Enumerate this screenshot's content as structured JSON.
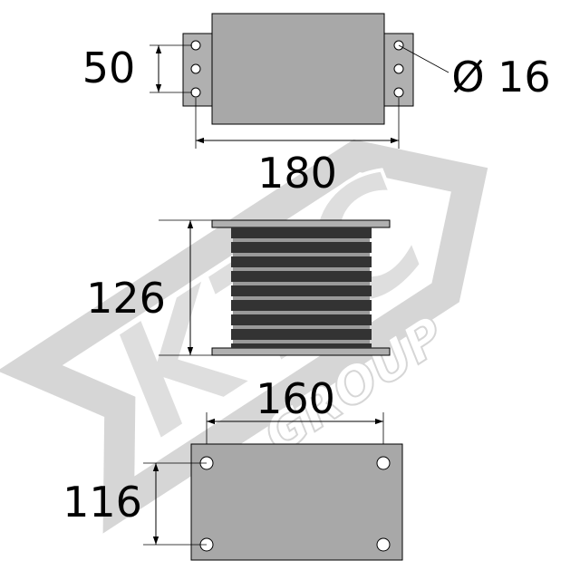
{
  "watermark": {
    "logo_text": "KTC",
    "group_text": "GROUP",
    "color": "#c8c8c8"
  },
  "colors": {
    "plate": "#b0b0b0",
    "body": "#a8a8a8",
    "rubber": "#333333",
    "steel_layer": "#9a9a9a",
    "line": "#000000"
  },
  "top_view": {
    "hole_spacing_label": "50",
    "hole_diameter_label": "Ø 16",
    "length_label": "180"
  },
  "side_view": {
    "height_label": "126"
  },
  "bottom_view": {
    "width_label": "160",
    "depth_label": "116"
  }
}
